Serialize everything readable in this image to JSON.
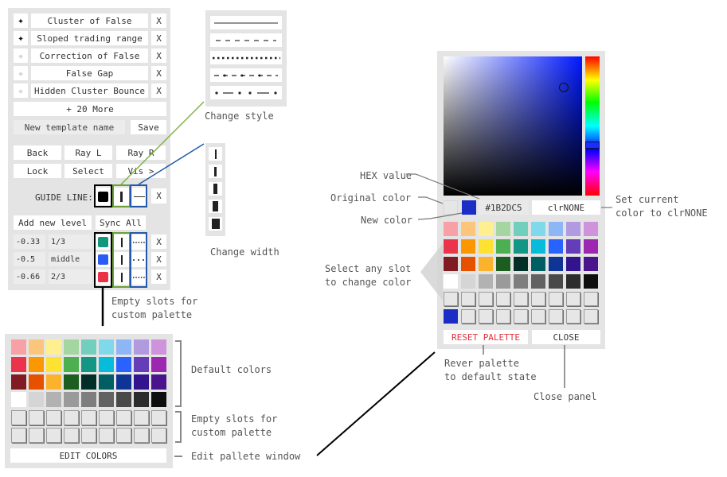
{
  "templates_panel": {
    "templates": [
      {
        "icon": "star-filled-icon",
        "label": "Cluster of False",
        "remove": "X"
      },
      {
        "icon": "star-filled-icon",
        "label": "Sloped trading range",
        "remove": "X"
      },
      {
        "icon": "star-outline-icon",
        "label": "Correction of False",
        "remove": "X"
      },
      {
        "icon": "star-outline-icon",
        "label": "False Gap",
        "remove": "X"
      },
      {
        "icon": "star-outline-icon",
        "label": "Hidden Cluster Bounce",
        "remove": "X"
      }
    ],
    "more_label": "+ 20 More",
    "template_name_placeholder": "New template name",
    "save_label": "Save",
    "nav_buttons": [
      "Back",
      "Ray L",
      "Ray R",
      "Lock",
      "Select",
      "Vis >"
    ],
    "guide_line_label": "GUIDE LINE:",
    "guide_remove": "X",
    "add_level_label": "Add new level",
    "sync_all_label": "Sync All",
    "levels": [
      {
        "value": "-0.33",
        "name": "1/3",
        "color": "#13977F",
        "style": "dotted",
        "remove": "X"
      },
      {
        "value": "-0.5",
        "name": "middle",
        "color": "#2A5CF5",
        "style": "sparse-dotted",
        "remove": "X"
      },
      {
        "value": "-0.66",
        "name": "2/3",
        "color": "#E93246",
        "style": "dotted",
        "remove": "X"
      }
    ]
  },
  "style_popup": {
    "options": [
      "solid",
      "dashed",
      "dotted",
      "dash-dot",
      "dot-dash-dot"
    ],
    "caption": "Change style"
  },
  "width_popup": {
    "options": [
      1,
      2,
      3,
      4,
      5
    ],
    "caption": "Change width"
  },
  "palette_panel": {
    "default_colors": [
      [
        "#F7A1A6",
        "#FCC57C",
        "#FEF091",
        "#A3D6A1",
        "#72CFBE",
        "#80D9EB",
        "#8EB6F6",
        "#B19AE0",
        "#CE93DB"
      ],
      [
        "#E9344B",
        "#FB9700",
        "#FEE232",
        "#4CAF50",
        "#139683",
        "#06BCDA",
        "#2962FF",
        "#663DB8",
        "#9C27B0"
      ],
      [
        "#801B24",
        "#E65100",
        "#FBB22D",
        "#1B5E20",
        "#012E27",
        "#015E62",
        "#0E3496",
        "#32158E",
        "#4A158C"
      ],
      [
        "#FFFFFF",
        "#D5D5D5",
        "#B2B2B2",
        "#9A9A9A",
        "#7E7E7E",
        "#626262",
        "#494949",
        "#2C2C2C",
        "#0E0E0E"
      ]
    ],
    "empty_rows": 2,
    "empty_cols": 9,
    "edit_colors_label": "EDIT COLORS"
  },
  "color_editor": {
    "hex_value": "#1B2DC5",
    "original_color": "#E6E6E6",
    "new_color": "#1B2DC5",
    "clr_none_label": "clrNONE",
    "custom_slot_colors": [
      "#1B2DC5"
    ],
    "reset_label": "RESET PALETTE",
    "close_label": "CLOSE"
  },
  "annotations": {
    "default_colors": "Default colors",
    "empty_slots_bottom": "Empty slots for\ncustom palette",
    "edit_window": "Edit pallete window",
    "empty_slots_top": "Empty slots for\ncustom palette",
    "hex_value": "HEX value",
    "original_color": "Original color",
    "new_color": "New color",
    "select_slot": "Select any slot\nto change color",
    "set_clrnone": "Set current\ncolor to clrNONE",
    "revert": "Rever palette\nto default state",
    "close_panel": "Close panel"
  },
  "colors": {
    "selection_black": "#000000",
    "selection_green": "#6aa136",
    "selection_blue": "#2458a8",
    "reset_red": "#e0303a"
  }
}
